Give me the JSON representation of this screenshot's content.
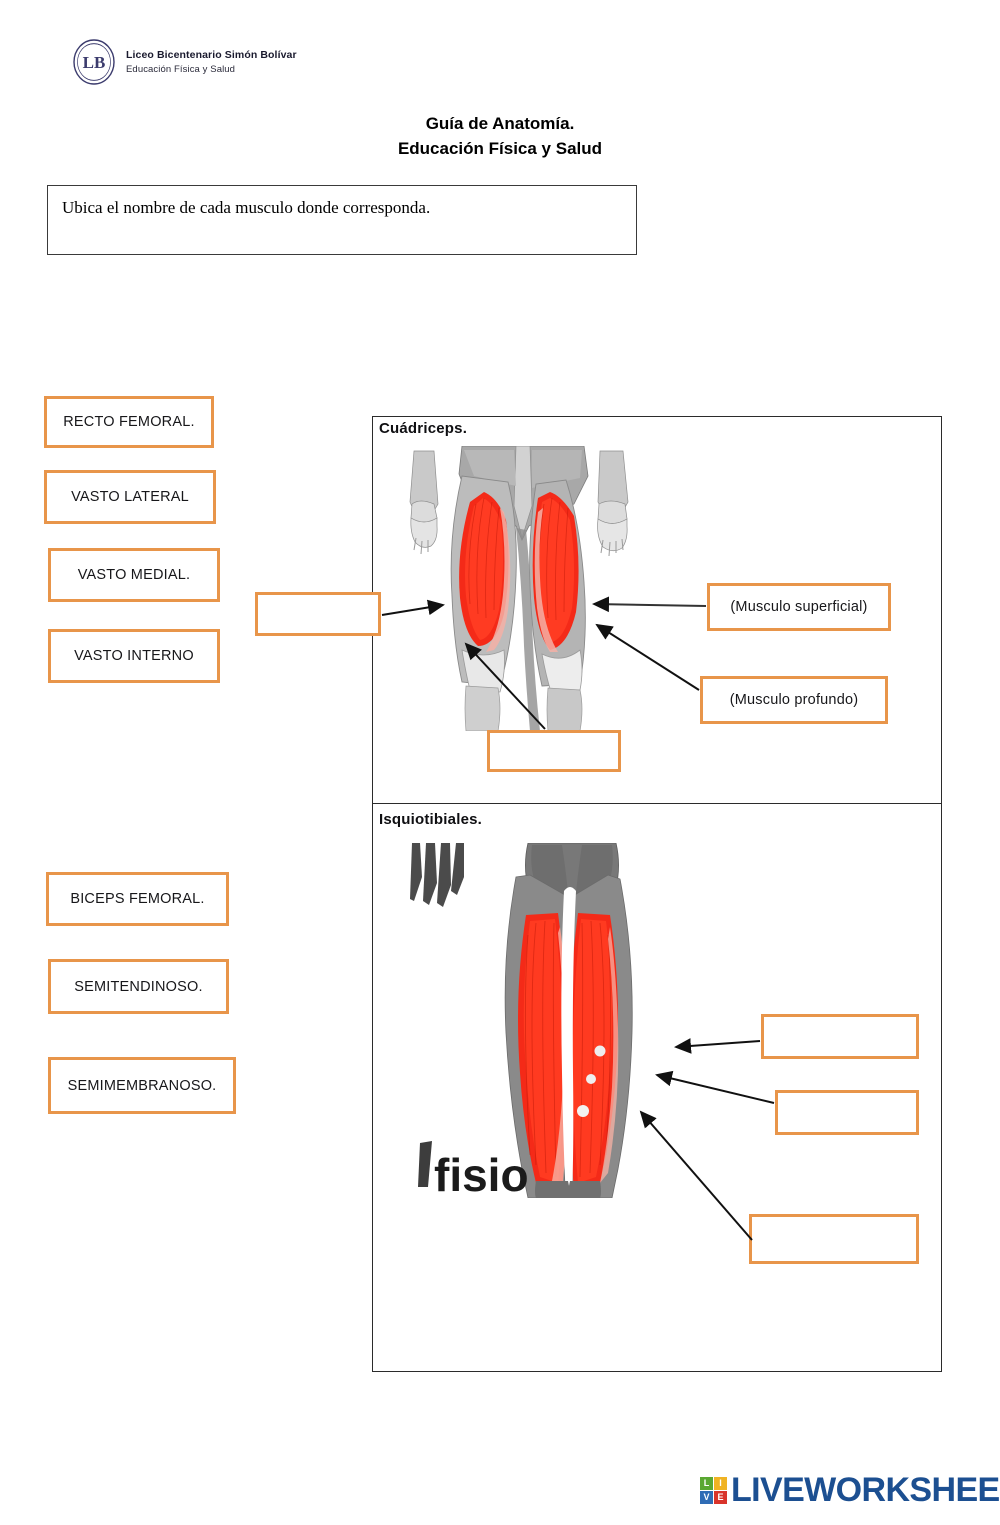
{
  "header": {
    "school_name": "Liceo Bicentenario Simón Bolívar",
    "department": "Educación Física y Salud",
    "crest_icon": "school-crest-icon"
  },
  "title": {
    "line1": "Guía de Anatomía.",
    "line2": "Educación Física y Salud"
  },
  "instruction": {
    "text": "Ubica el nombre de cada musculo donde corresponda."
  },
  "colors": {
    "box_border_orange": "#e8954a",
    "panel_border": "#2b2b2b",
    "muscle_red": "#f42a18",
    "logo_blue": "#1c4f91",
    "logo_green": "#5aa832",
    "logo_yellow": "#f0b323",
    "logo_blue_sq": "#2f6cb5",
    "logo_red": "#d9342b"
  },
  "word_bank": {
    "quadriceps_group": [
      {
        "label": "RECTO FEMORAL."
      },
      {
        "label": "VASTO LATERAL"
      },
      {
        "label": "VASTO MEDIAL."
      },
      {
        "label": "VASTO INTERNO"
      }
    ],
    "hamstrings_group": [
      {
        "label": "BICEPS FEMORAL."
      },
      {
        "label": "SEMITENDINOSO."
      },
      {
        "label": "SEMIMEMBRANOSO."
      }
    ]
  },
  "sections": [
    {
      "heading": "Cuádriceps."
    },
    {
      "heading": "Isquiotibiales."
    }
  ],
  "labels": {
    "musculo_superficial": "(Musculo superficial)",
    "musculo_profundo": "(Musculo profundo)"
  },
  "drop_zones": [
    {
      "id": "quad-left-zone",
      "value": ""
    },
    {
      "id": "quad-bottom-zone",
      "value": ""
    },
    {
      "id": "ham-zone-1",
      "value": ""
    },
    {
      "id": "ham-zone-2",
      "value": ""
    },
    {
      "id": "ham-zone-3",
      "value": ""
    }
  ],
  "figures": {
    "quadriceps": {
      "alt": "anterior-thigh-quadriceps-illustration",
      "watermark": ""
    },
    "hamstrings": {
      "alt": "posterior-thigh-hamstrings-illustration",
      "watermark": "fisio"
    }
  },
  "footer": {
    "logo_letters": [
      "LI",
      "VE",
      "L",
      "I",
      "V",
      "E"
    ],
    "wordmark": "LIVEWORKSHEETS"
  }
}
